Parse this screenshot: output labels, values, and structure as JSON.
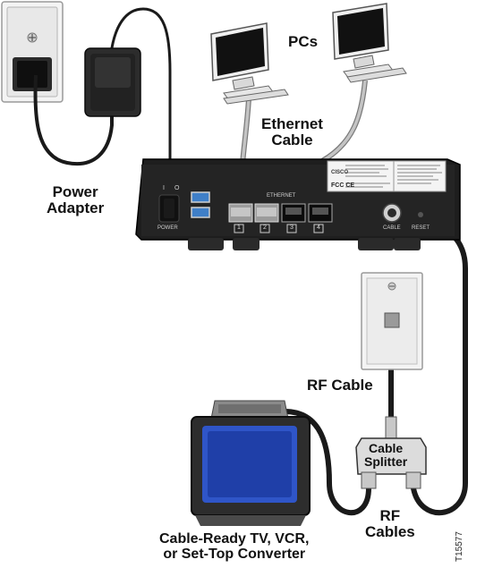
{
  "labels": {
    "pcs": "PCs",
    "ethernet_cable": "Ethernet\nCable",
    "power_adapter": "Power\nAdapter",
    "rf_cable": "RF Cable",
    "cable_splitter": "Cable\nSplitter",
    "rf_cables": "RF\nCables",
    "tv": "Cable-Ready TV, VCR,\nor Set-Top Converter",
    "figure_id": "T15577"
  },
  "device": {
    "brand": "CISCO",
    "power_label": "POWER",
    "ethernet_label": "ETHERNET",
    "ports": [
      "1",
      "2",
      "3",
      "4"
    ],
    "cable_label": "CABLE",
    "reset_label": "RESET",
    "switch_off": "I",
    "switch_on": "O",
    "fcc_mark": "FCC CE"
  },
  "colors": {
    "device_body": "#1e1e1e",
    "cable_dark": "#1a1a1a",
    "cable_gray": "#b9b9b9",
    "usb_blue": "#3f7fc8",
    "screen_blue": "#2f55c8"
  }
}
